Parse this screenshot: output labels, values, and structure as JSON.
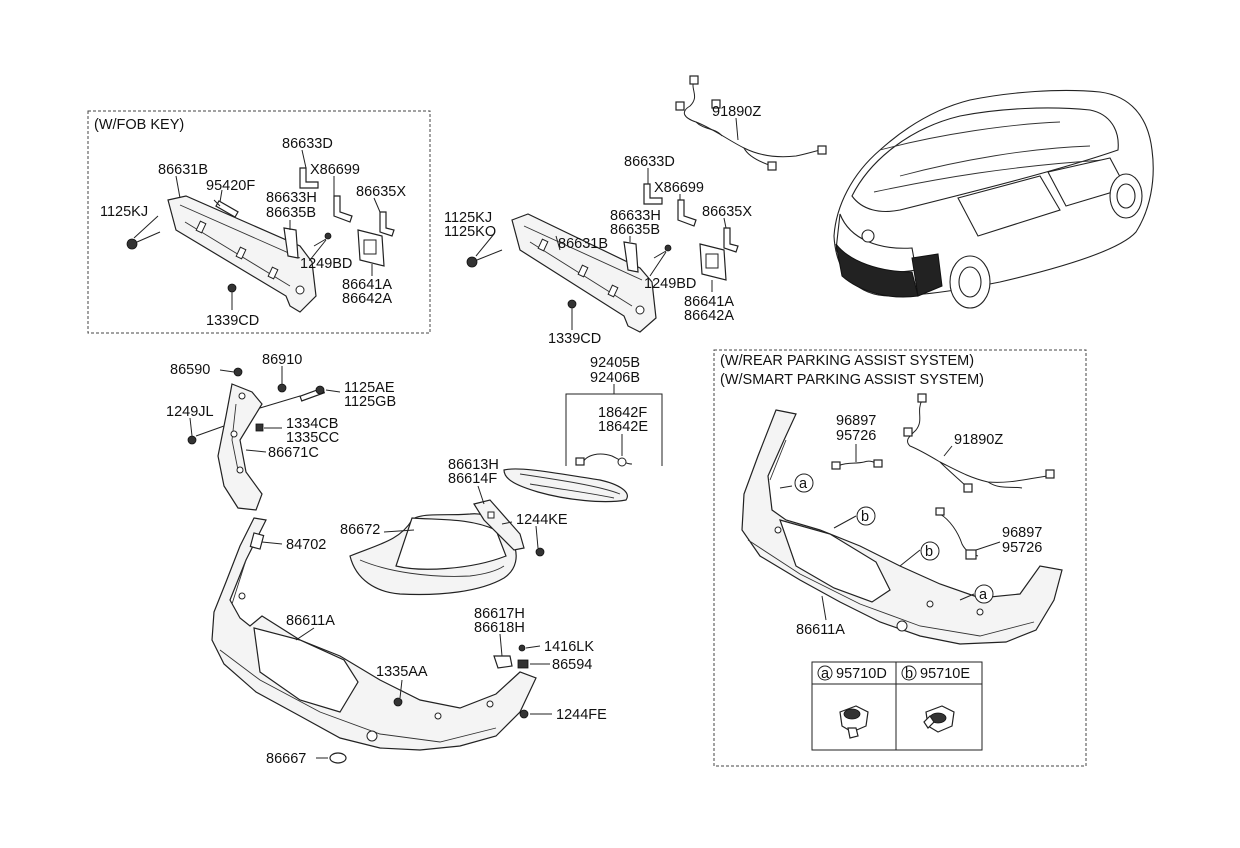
{
  "frames": {
    "fob_key": "(W/FOB KEY)",
    "rear_parking_1": "(W/REAR PARKING ASSIST SYSTEM)",
    "rear_parking_2": "(W/SMART PARKING ASSIST SYSTEM)"
  },
  "parts": {
    "p86633D": "86633D",
    "p86631B": "86631B",
    "pX86699": "X86699",
    "p95420F": "95420F",
    "p86635X": "86635X",
    "p86633H": "86633H",
    "p86635B": "86635B",
    "p1125KJ": "1125KJ",
    "p1249BD": "1249BD",
    "p86641A": "86641A",
    "p86642A": "86642A",
    "p1339CD": "1339CD",
    "p1125KO": "1125KO",
    "p91890Z": "91890Z",
    "p86590": "86590",
    "p86910": "86910",
    "p1125AE": "1125AE",
    "p1125GB": "1125GB",
    "p1249JL": "1249JL",
    "p1334CB": "1334CB",
    "p1335CC": "1335CC",
    "p86671C": "86671C",
    "p92405B": "92405B",
    "p92406B": "92406B",
    "p18642F": "18642F",
    "p18642E": "18642E",
    "p86613H": "86613H",
    "p86614F": "86614F",
    "p1244KE": "1244KE",
    "p86672": "86672",
    "p84702": "84702",
    "p86611A": "86611A",
    "p86617H": "86617H",
    "p86618H": "86618H",
    "p1416LK": "1416LK",
    "p86594": "86594",
    "p1335AA": "1335AA",
    "p1244FE": "1244FE",
    "p86667": "86667",
    "p96897": "96897",
    "p95726": "95726",
    "p95710D": "95710D",
    "p95710E": "95710E"
  },
  "callouts": {
    "a": "a",
    "b": "b"
  }
}
